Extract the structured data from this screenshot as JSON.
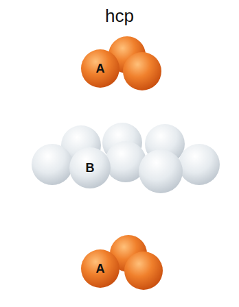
{
  "diagram": {
    "title": "hcp",
    "nodes": [
      {
        "text": [
          "A"
        ]
      },
      {
        "text": [
          "B"
        ]
      },
      {
        "text": [
          "A"
        ]
      }
    ]
  }
}
